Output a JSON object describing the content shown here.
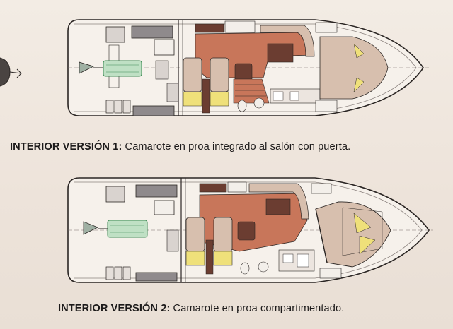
{
  "plans": [
    {
      "id": "version-1",
      "caption_bold": "INTERIOR VERSIÓN 1:",
      "caption_text": " Camarote en proa integrado al salón con puerta."
    },
    {
      "id": "version-2",
      "caption_bold": "INTERIOR VERSIÓN 2:",
      "caption_text": " Camarote en proa compartimentado."
    }
  ],
  "colors": {
    "background": "#efe7df",
    "hull_line": "#2b2624",
    "salon_floor": "#c8765a",
    "dark_furniture": "#6b3d31",
    "beige_furniture": "#d7bfae",
    "grey_panel": "#8f8a8c",
    "cushion_yellow": "#efe07a",
    "engine_green": "#7fbf8a"
  }
}
